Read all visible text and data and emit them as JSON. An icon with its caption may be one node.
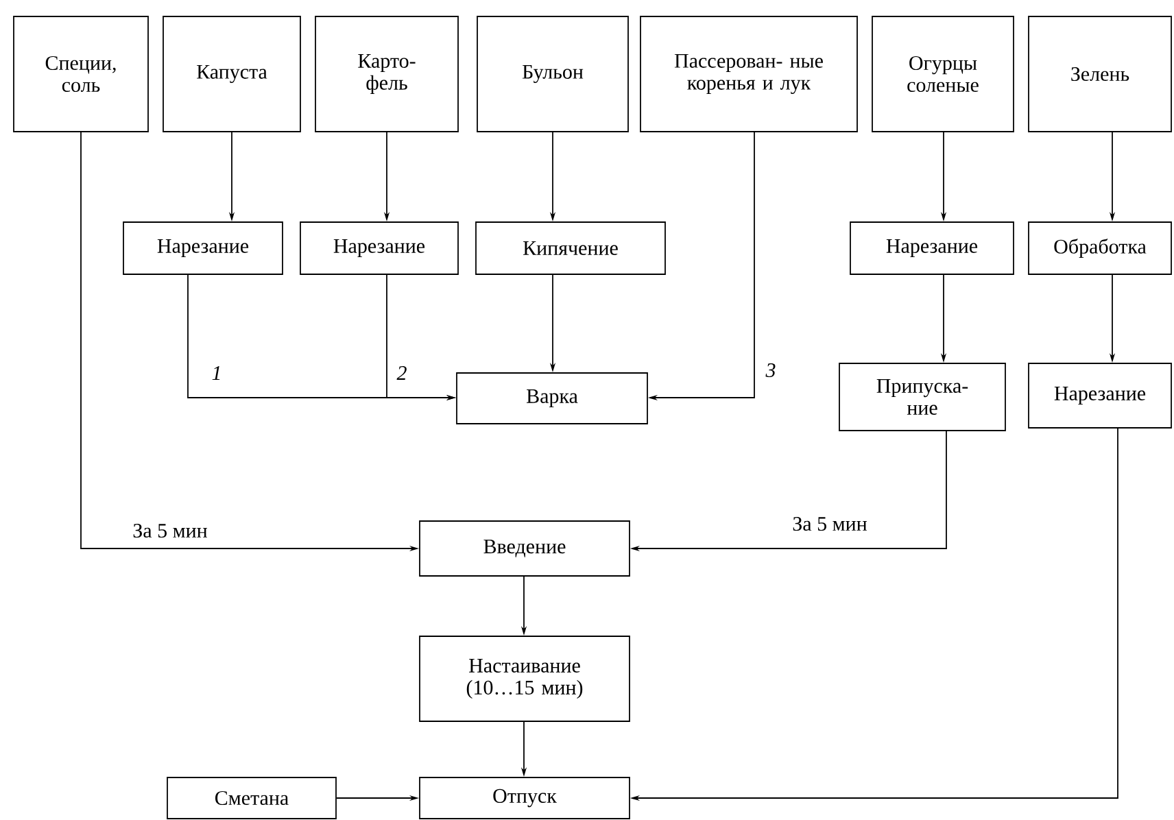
{
  "diagram": {
    "nodes": [
      {
        "text": [
          "Специи, соль"
        ]
      },
      {
        "text": [
          "Капуста"
        ]
      },
      {
        "text": [
          "Карто- фель"
        ]
      },
      {
        "text": [
          "Бульон"
        ]
      },
      {
        "text": [
          "Пассерован- ные коренья и лук"
        ]
      },
      {
        "text": [
          "Огурцы соленые"
        ]
      },
      {
        "text": [
          "Зелень"
        ]
      },
      {
        "text": [
          "Нарезание"
        ]
      },
      {
        "text": [
          "Нарезание"
        ]
      },
      {
        "text": [
          "Кипячение"
        ]
      },
      {
        "text": [
          "Варка"
        ]
      },
      {
        "text": [
          "Нарезание"
        ]
      },
      {
        "text": [
          "Обработка"
        ]
      },
      {
        "text": [
          "Припуска- ние"
        ]
      },
      {
        "text": [
          "Нарезание"
        ]
      },
      {
        "text": [
          "Введение"
        ]
      },
      {
        "text": [
          "Настаивание (10…15 мин)"
        ]
      },
      {
        "text": [
          "Сметана"
        ]
      },
      {
        "text": [
          "Отпуск"
        ]
      }
    ],
    "edges": [
      {
        "from": 1,
        "to": 7,
        "arrow": "to"
      },
      {
        "from": 2,
        "to": 8,
        "arrow": "to"
      },
      {
        "from": 3,
        "to": 9,
        "arrow": "to"
      },
      {
        "from": 5,
        "to": 11,
        "arrow": "to"
      },
      {
        "from": 6,
        "to": 12,
        "arrow": "to"
      },
      {
        "from": 7,
        "to": 10,
        "arrow": "to",
        "label": "1"
      },
      {
        "from": 8,
        "to": 10,
        "arrow": "to",
        "label": "2"
      },
      {
        "from": 9,
        "to": 10,
        "arrow": "to"
      },
      {
        "from": 4,
        "to": 10,
        "arrow": "to",
        "label": "3"
      },
      {
        "from": 11,
        "to": 13,
        "arrow": "to"
      },
      {
        "from": 12,
        "to": 14,
        "arrow": "to"
      },
      {
        "from": 0,
        "to": 15,
        "arrow": "to",
        "label": "За 5 мин"
      },
      {
        "from": 13,
        "to": 15,
        "arrow": "to",
        "label": "За 5 мин"
      },
      {
        "from": 15,
        "to": 16,
        "arrow": "to"
      },
      {
        "from": 16,
        "to": 18,
        "arrow": "to"
      },
      {
        "from": 17,
        "to": 18,
        "arrow": "to"
      },
      {
        "from": 14,
        "to": 18,
        "arrow": "to"
      }
    ]
  }
}
